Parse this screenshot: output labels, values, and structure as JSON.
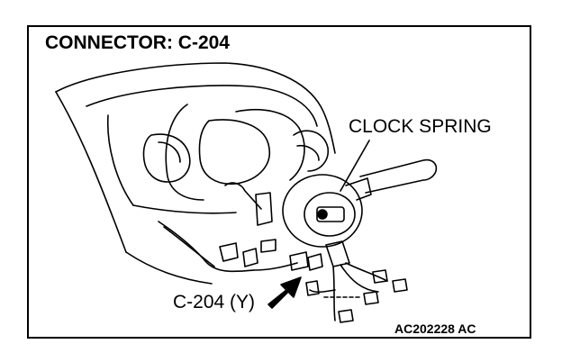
{
  "title": "CONNECTOR: C-204",
  "labels": {
    "clock_spring": "CLOCK SPRING",
    "connector": "C-204 (Y)",
    "figure_code": "AC202228 AC"
  },
  "colors": {
    "ink": "#000000",
    "background": "#ffffff"
  }
}
